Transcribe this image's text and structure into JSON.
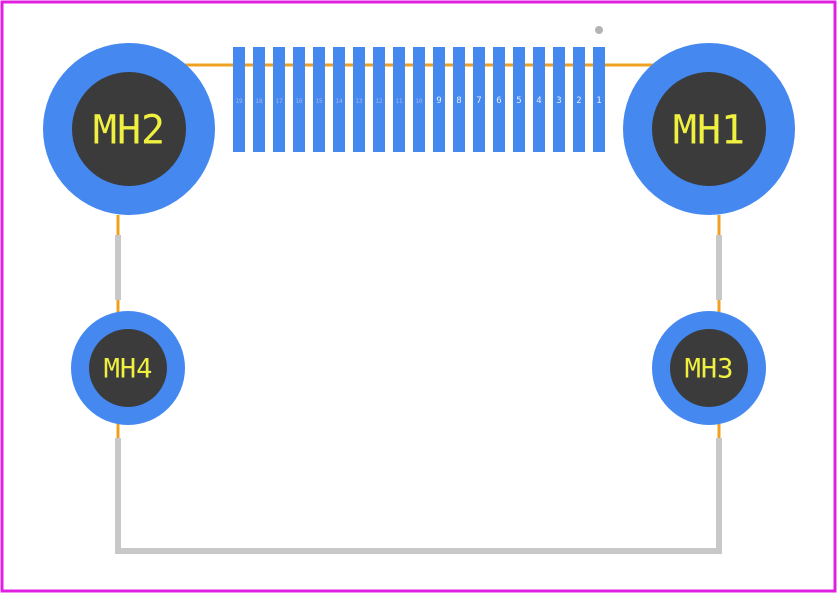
{
  "colors": {
    "board_outline": "#e020e0",
    "copper_pad": "#4488f0",
    "drill_hole": "#3b3b3b",
    "silkscreen_line": "#f0a020",
    "courtyard": "#c8c8c8",
    "label_text": "#f0f040",
    "pin_marker": "#b4b4b4"
  },
  "mounting_holes": [
    {
      "id": "mh1",
      "label": "MH1",
      "size": "large"
    },
    {
      "id": "mh2",
      "label": "MH2",
      "size": "large"
    },
    {
      "id": "mh3",
      "label": "MH3",
      "size": "small"
    },
    {
      "id": "mh4",
      "label": "MH4",
      "size": "small"
    }
  ],
  "pads": [
    {
      "number": "1"
    },
    {
      "number": "2"
    },
    {
      "number": "3"
    },
    {
      "number": "4"
    },
    {
      "number": "5"
    },
    {
      "number": "6"
    },
    {
      "number": "7"
    },
    {
      "number": "8"
    },
    {
      "number": "9"
    },
    {
      "number": "10"
    },
    {
      "number": "11"
    },
    {
      "number": "12"
    },
    {
      "number": "13"
    },
    {
      "number": "14"
    },
    {
      "number": "15"
    },
    {
      "number": "16"
    },
    {
      "number": "17"
    },
    {
      "number": "18"
    },
    {
      "number": "19"
    }
  ]
}
